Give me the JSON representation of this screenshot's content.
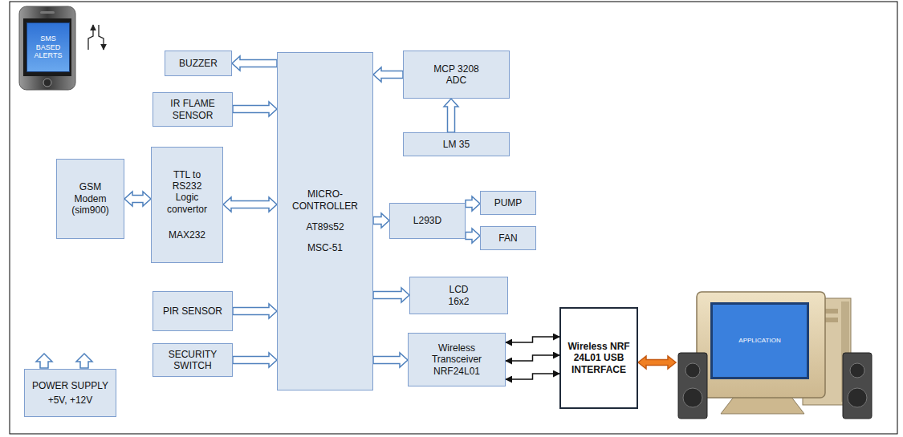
{
  "diagram": {
    "nodes": [
      {
        "text": [
          "SMS BASED ALERTS"
        ]
      },
      {
        "text": [
          "BUZZER"
        ]
      },
      {
        "text": [
          "IR FLAME SENSOR"
        ]
      },
      {
        "text": [
          "GSM Modem (sim900)"
        ]
      },
      {
        "text": [
          "TTL to RS232 Logic convertor",
          "MAX232"
        ]
      },
      {
        "text": [
          "MICRO- CONTROLLER",
          "AT89s52",
          "MSC-51"
        ]
      },
      {
        "text": [
          "MCP 3208 ADC"
        ]
      },
      {
        "text": [
          "LM 35"
        ]
      },
      {
        "text": [
          "L293D"
        ]
      },
      {
        "text": [
          "PUMP"
        ]
      },
      {
        "text": [
          "FAN"
        ]
      },
      {
        "text": [
          "LCD 16x2"
        ]
      },
      {
        "text": [
          "PIR SENSOR"
        ]
      },
      {
        "text": [
          "SECURITY SWITCH"
        ]
      },
      {
        "text": [
          "Wireless Transceiver NRF24L01"
        ]
      },
      {
        "text": [
          "Wireless NRF 24L01 USB INTERFACE"
        ]
      },
      {
        "text": [
          "APPLICATION"
        ]
      },
      {
        "text": [
          "POWER SUPPLY",
          "+5V, +12V"
        ]
      }
    ],
    "edges": [
      {
        "from": 5,
        "to": 1,
        "arrow": "to"
      },
      {
        "from": 2,
        "to": 5,
        "arrow": "to"
      },
      {
        "from": 3,
        "to": 4,
        "arrow": "both"
      },
      {
        "from": 4,
        "to": 5,
        "arrow": "both"
      },
      {
        "from": 6,
        "to": 5,
        "arrow": "to"
      },
      {
        "from": 7,
        "to": 6,
        "arrow": "to"
      },
      {
        "from": 5,
        "to": 8,
        "arrow": "to"
      },
      {
        "from": 8,
        "to": 9,
        "arrow": "to"
      },
      {
        "from": 8,
        "to": 10,
        "arrow": "to"
      },
      {
        "from": 5,
        "to": 11,
        "arrow": "to"
      },
      {
        "from": 12,
        "to": 5,
        "arrow": "to"
      },
      {
        "from": 13,
        "to": 5,
        "arrow": "to"
      },
      {
        "from": 5,
        "to": 14,
        "arrow": "to"
      },
      {
        "from": 14,
        "to": 15,
        "arrow": "both"
      },
      {
        "from": 14,
        "to": 15,
        "arrow": "both"
      },
      {
        "from": 14,
        "to": 15,
        "arrow": "both"
      },
      {
        "from": 15,
        "to": 16,
        "arrow": "both"
      }
    ]
  }
}
